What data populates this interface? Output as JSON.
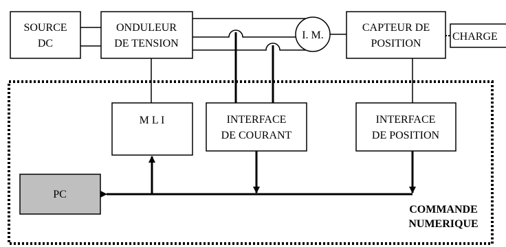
{
  "blocks": {
    "source_dc": [
      "SOURCE",
      "DC"
    ],
    "onduleur": [
      "ONDULEUR",
      "DE TENSION"
    ],
    "moteur": "I. M.",
    "capteur": [
      "CAPTEUR DE",
      "POSITION"
    ],
    "charge": "CHARGE",
    "mli": "M L I",
    "interface_courant": [
      "INTERFACE",
      "DE COURANT"
    ],
    "interface_position": [
      "INTERFACE",
      "DE POSITION"
    ],
    "pc": "PC"
  },
  "control_region": {
    "label": [
      "COMMANDE",
      "NUMERIQUE"
    ]
  },
  "colors": {
    "line": "#000000",
    "pc_fill": "#bfbfbf",
    "background": "#ffffff"
  }
}
